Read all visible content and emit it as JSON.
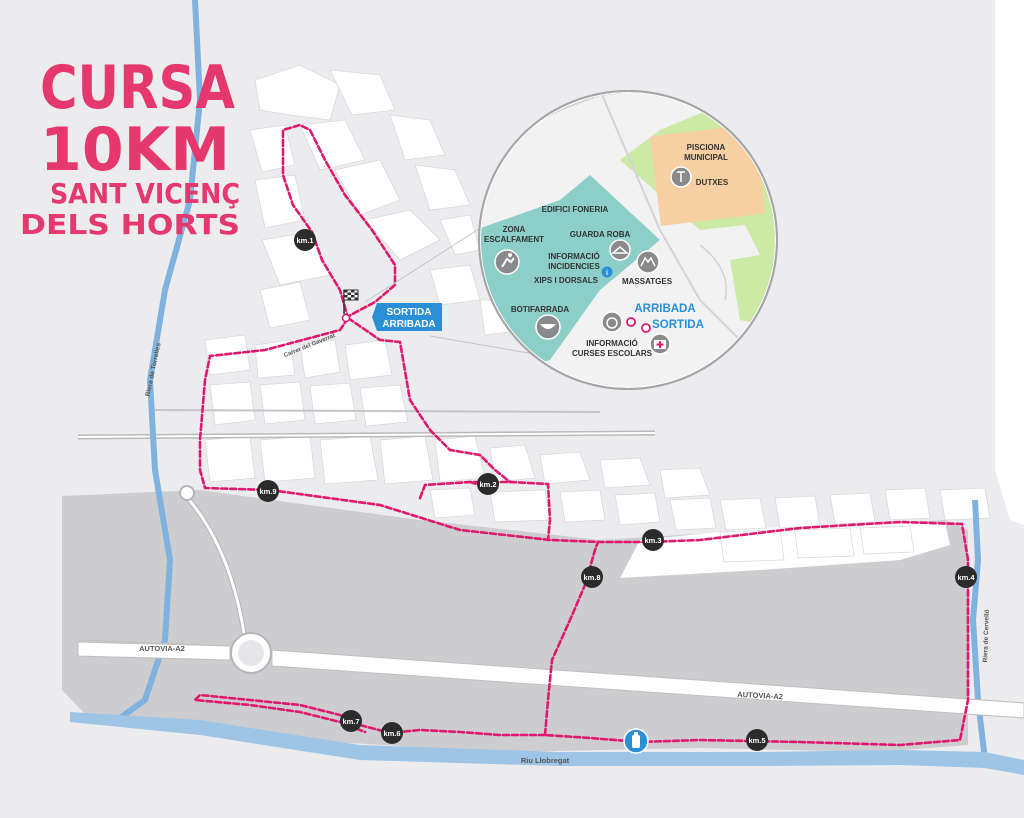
{
  "title": {
    "line1": "CURSA",
    "line2": "10KM",
    "line3": "SANT VICENÇ",
    "line4": "DELS HORTS"
  },
  "start_finish_label": {
    "line1": "SORTIDA",
    "line2": "ARRIBADA"
  },
  "markers": {
    "km1": "km.1",
    "km2": "km.2",
    "km3": "km.3",
    "km4": "km.4",
    "km5": "km.5",
    "km6": "km.6",
    "km7": "km.7",
    "km8": "km.8",
    "km9": "km.9"
  },
  "streets": {
    "autovia_left": "AUTOVIA-A2",
    "autovia_right": "AUTOVIA-A2",
    "riera_torrelles": "Riera de Torrelles",
    "riera_cervello": "Riera de Cervelló",
    "riu_llobregat": "Riu Llobregat",
    "carrer_gaverrat": "Carrer del Gaverrat"
  },
  "inset": {
    "piscina_1": "PISCIONA",
    "piscina_2": "MUNICIPAL",
    "dutxes": "DUTXES",
    "edifici": "EDIFICI FONERIA",
    "zona_1": "ZONA",
    "zona_2": "ESCALFAMENT",
    "guarda_roba": "GUARDA ROBA",
    "info_1": "INFORMACIÓ",
    "info_2": "INCIDENCIES",
    "xips": "XIPS I DORSALS",
    "massatges": "MASSATGES",
    "botifarrada": "BOTIFARRADA",
    "arribada": "ARRIBADA",
    "sortida": "SORTIDA",
    "curses_1": "INFORMACIÓ",
    "curses_2": "CURSES ESCOLARS"
  },
  "colors": {
    "route": "#e0186f",
    "river": "#7fb2de",
    "badge": "#2b2b2b",
    "accent_blue": "#2b8fd6",
    "title_pink": "#e4386e",
    "teal": "#8ccfc8",
    "green": "#cde9a6",
    "orange": "#f6cfa2"
  },
  "icons": {
    "finish": "checkered-flag-icon",
    "water": "water-bottle-icon",
    "info": "info-icon",
    "timer": "stopwatch-icon",
    "first_aid": "first-aid-icon"
  }
}
